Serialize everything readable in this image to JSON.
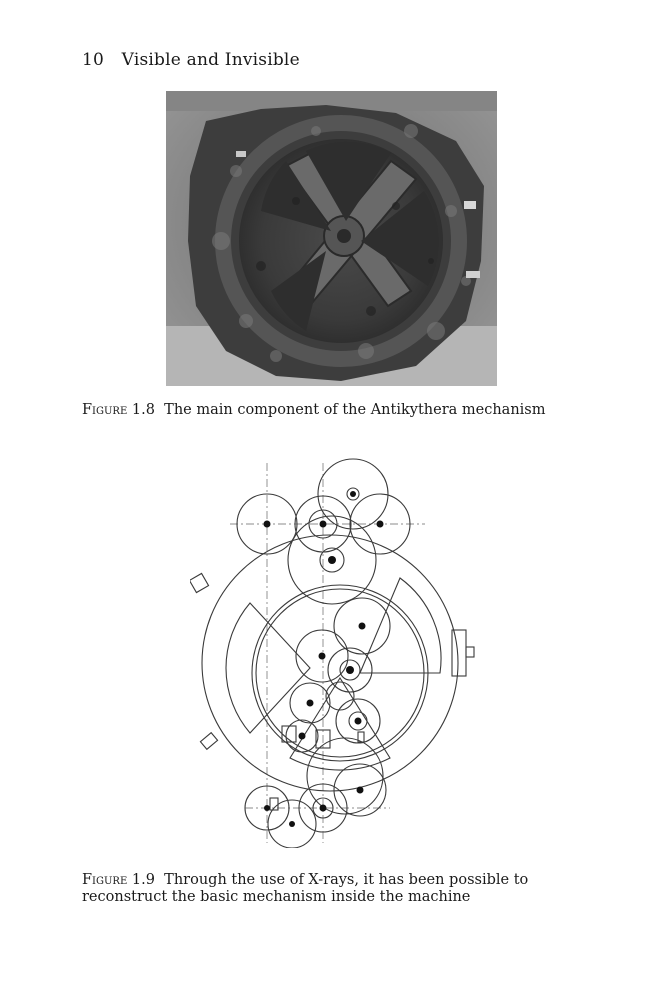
{
  "header": {
    "page_number": "10",
    "running_title": "Visible and Invisible"
  },
  "figures": [
    {
      "label": "Figure 1.8",
      "caption": "The main component of the Antikythera mechanism"
    },
    {
      "label": "Figure 1.9",
      "caption": "Through the use of X-rays, it has been possible to reconstruct the basic mechanism inside the machine"
    }
  ]
}
